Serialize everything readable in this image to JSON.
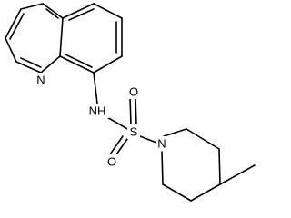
{
  "atoms": {
    "quinoline_n": "N",
    "amine_nh": "NH",
    "sulfur": "S",
    "oxygen_top": "O",
    "oxygen_bottom": "O",
    "piperidine_n": "N"
  },
  "colors": {
    "bond": "#000000",
    "text": "#000000",
    "background": "#ffffff"
  }
}
